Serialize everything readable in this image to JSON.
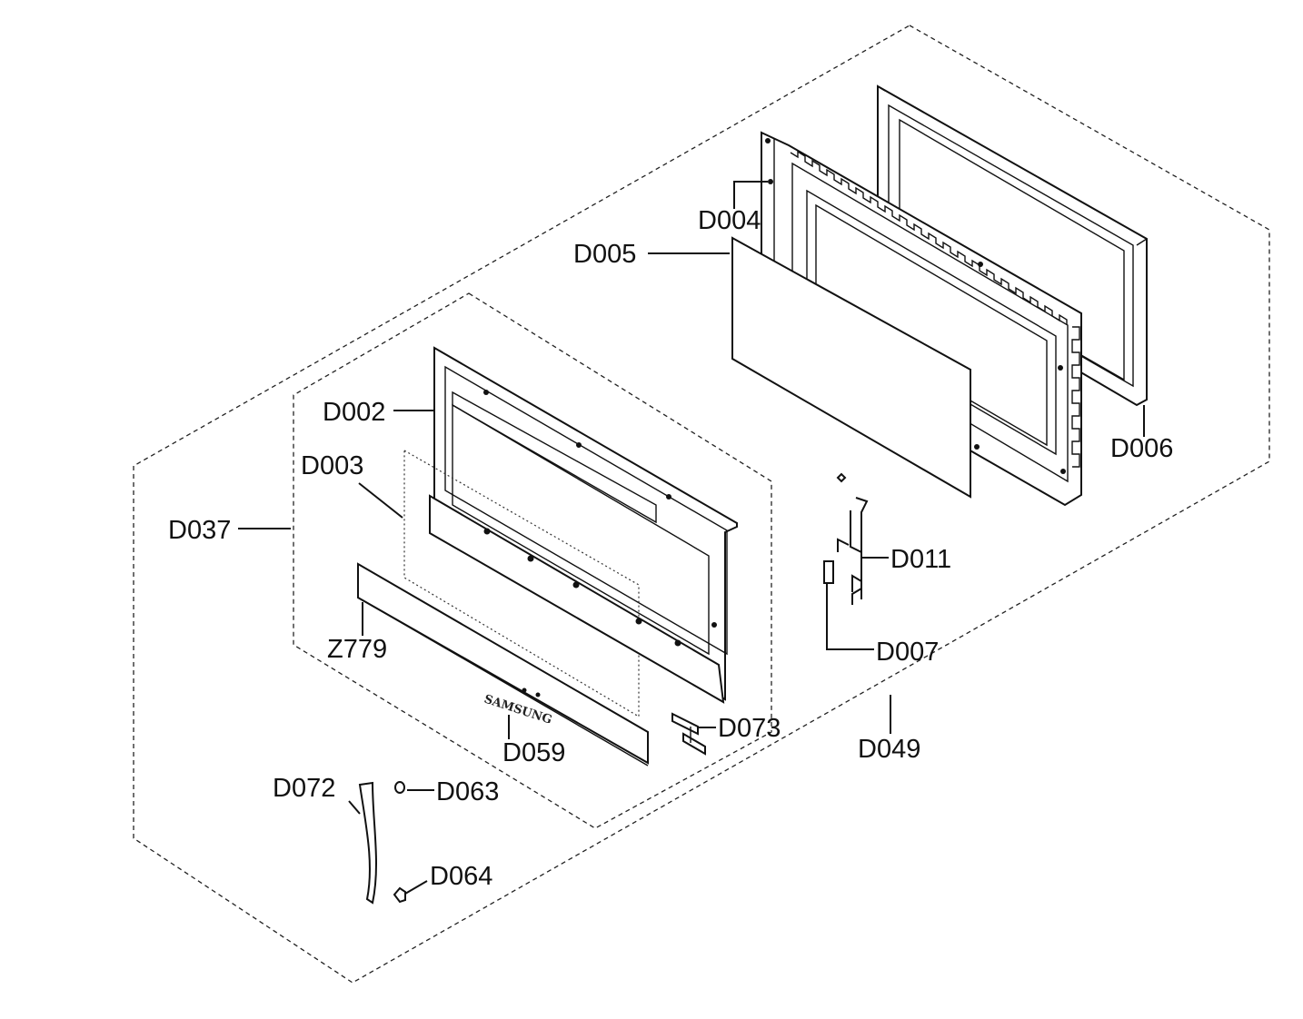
{
  "parts": {
    "d002": "D002",
    "d003": "D003",
    "d004": "D004",
    "d005": "D005",
    "d006": "D006",
    "d007": "D007",
    "d011": "D011",
    "d037": "D037",
    "d049": "D049",
    "d059": "D059",
    "d063": "D063",
    "d064": "D064",
    "d072": "D072",
    "d073": "D073",
    "z779": "Z779"
  },
  "logo": {
    "text": "SAMSUNG"
  }
}
